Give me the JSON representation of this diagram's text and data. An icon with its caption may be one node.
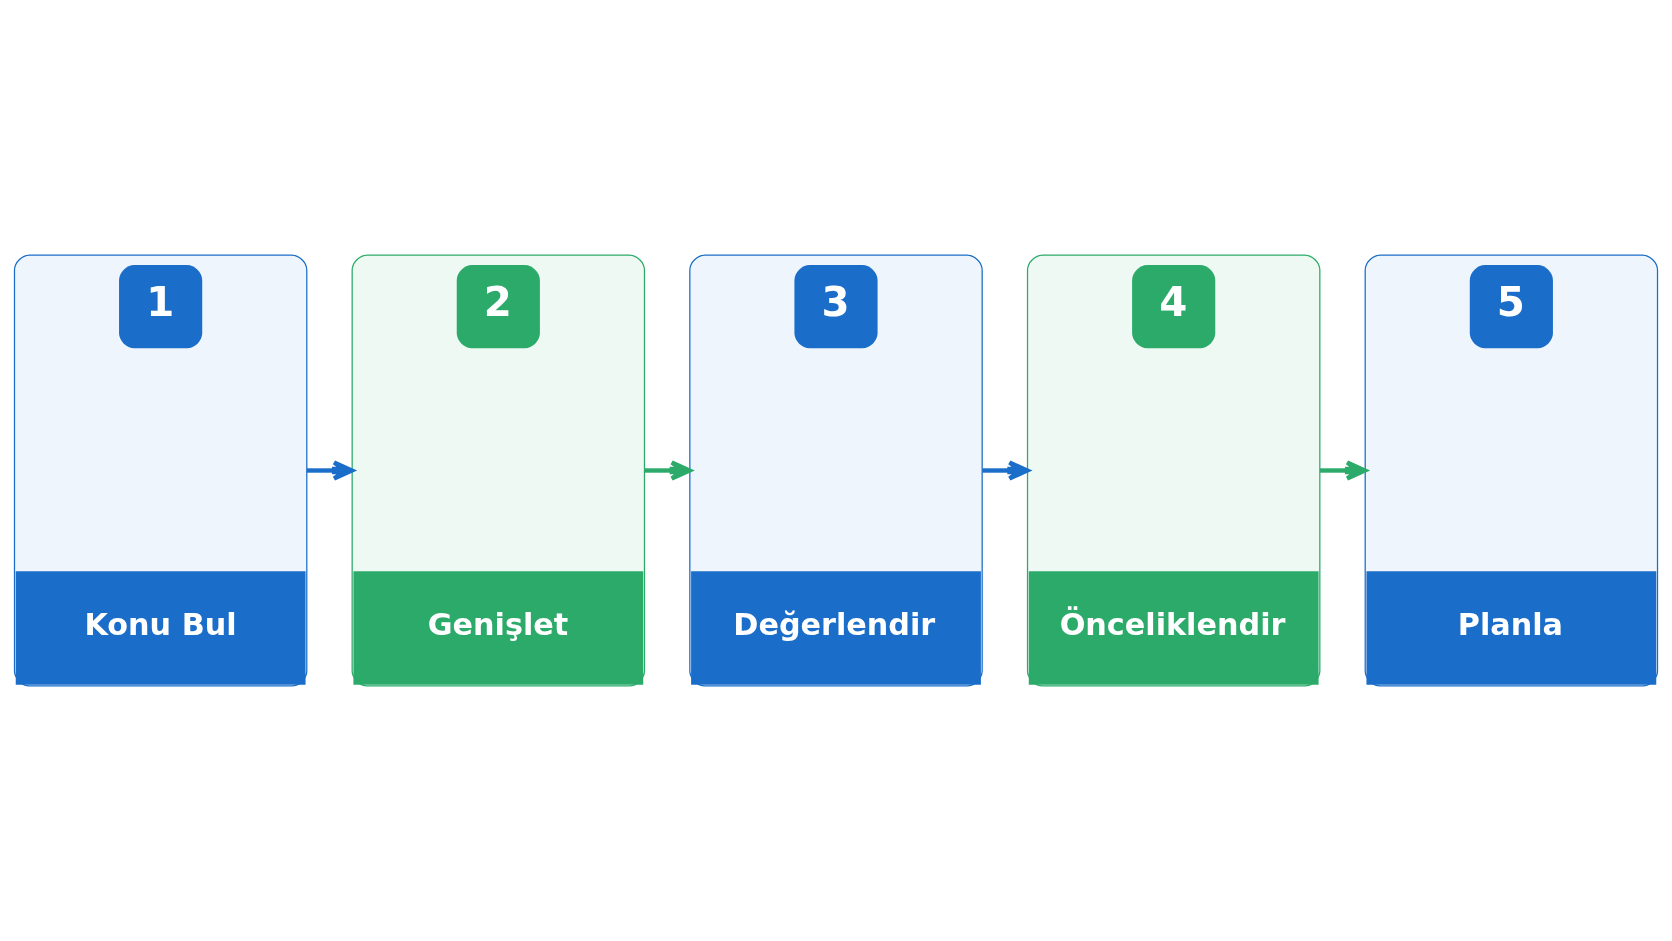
{
  "diagram": {
    "nodes": [
      {
        "text": [
          "1",
          "Konu Bul"
        ]
      },
      {
        "text": [
          "2",
          "Genişlet"
        ]
      },
      {
        "text": [
          "3",
          "Değerlendir"
        ]
      },
      {
        "text": [
          "4",
          "Önceliklendir"
        ]
      },
      {
        "text": [
          "5",
          "Planla"
        ]
      }
    ],
    "edges": [
      {
        "from": 0,
        "to": 1,
        "arrow": "to",
        "color": "#1a6dc8"
      },
      {
        "from": 1,
        "to": 2,
        "arrow": "to",
        "color": "#2baa6a"
      },
      {
        "from": 2,
        "to": 3,
        "arrow": "to",
        "color": "#1a6dc8"
      },
      {
        "from": 3,
        "to": 4,
        "arrow": "to",
        "color": "#2baa6a"
      }
    ]
  }
}
